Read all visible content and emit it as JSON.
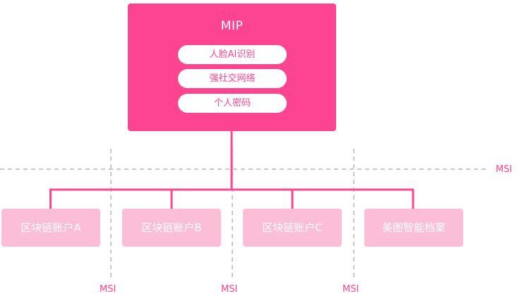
{
  "colors": {
    "primary": "#fd4491",
    "secondary_box": "#fcbdd6",
    "divider": "#b5b5b5"
  },
  "mip": {
    "title": "MIP",
    "features": [
      "人脸AI识别",
      "强社交网络",
      "个人密码"
    ]
  },
  "accounts": [
    "区块链账户A",
    "区块链账户B",
    "区块链账户C",
    "美图智能档案"
  ],
  "msi": {
    "right_label": "MSI",
    "bottom_labels": [
      "MSI",
      "MSI",
      "MSI"
    ]
  }
}
